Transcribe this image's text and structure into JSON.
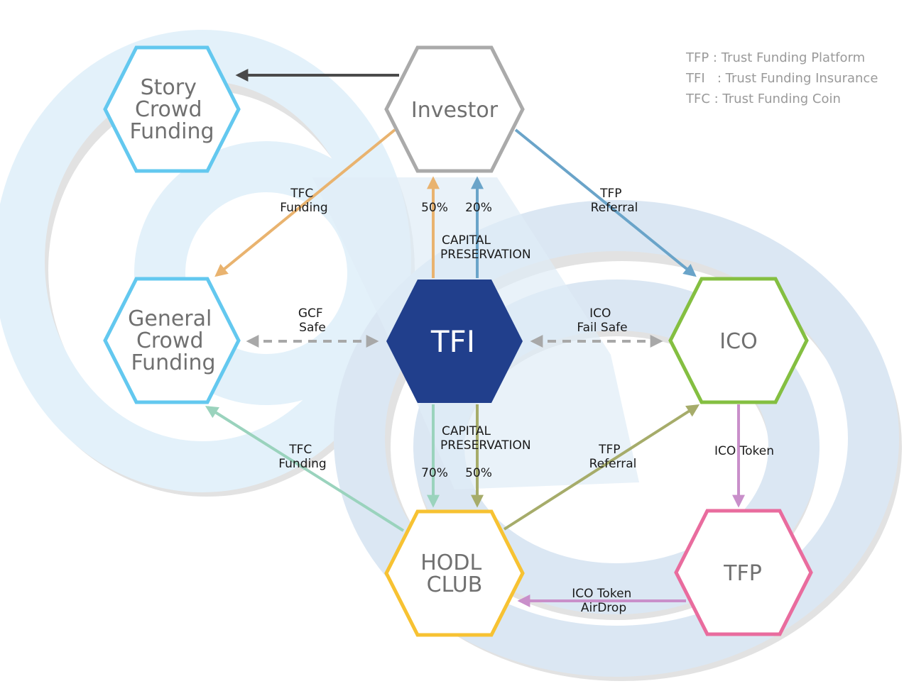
{
  "legend": [
    "TFP : Trust Funding Platform",
    "TFI   : Trust Funding Insurance",
    "TFC : Trust Funding Coin"
  ],
  "nodes": {
    "story": {
      "lines": [
        "Story",
        "Crowd",
        "Funding"
      ],
      "color": "#63c8ef"
    },
    "investor": {
      "lines": [
        "Investor"
      ],
      "color": "#aaaaaa"
    },
    "general": {
      "lines": [
        "General",
        "Crowd",
        "Funding"
      ],
      "color": "#63c8ef"
    },
    "tfi": {
      "lines": [
        "TFI"
      ],
      "color": "#213f8c"
    },
    "ico": {
      "lines": [
        "ICO"
      ],
      "color": "#84bf41"
    },
    "hodl": {
      "lines": [
        "HODL",
        "CLUB"
      ],
      "color": "#f7c232"
    },
    "tfp": {
      "lines": [
        "TFP"
      ],
      "color": "#e96c9e"
    }
  },
  "edge_labels": {
    "tfc_funding_top": [
      "TFC",
      "Funding"
    ],
    "pct_50_top": "50%",
    "pct_20_top": "20%",
    "capital_top": [
      "CAPITAL",
      "PRESERVATION"
    ],
    "tfp_referral_top": [
      "TFP",
      "Referral"
    ],
    "gcf_safe": [
      "GCF",
      "Safe"
    ],
    "ico_fail_safe": [
      "ICO",
      "Fail Safe"
    ],
    "capital_bottom": [
      "CAPITAL",
      "PRESERVATION"
    ],
    "tfc_funding_bottom": [
      "TFC",
      "Funding"
    ],
    "pct_70_bottom": "70%",
    "pct_50_bottom": "50%",
    "tfp_referral_bottom": [
      "TFP",
      "Referral"
    ],
    "ico_token": "ICO Token",
    "ico_token_airdrop": [
      "ICO Token",
      "AirDrop"
    ]
  },
  "edge_colors": {
    "dark": "#4a4a4a",
    "orange": "#e9b36f",
    "blue": "#6aa4c9",
    "grey_dashed": "#a8a8a8",
    "teal": "#9ad3bd",
    "olive": "#a6ac6a",
    "purple": "#c98fca"
  }
}
